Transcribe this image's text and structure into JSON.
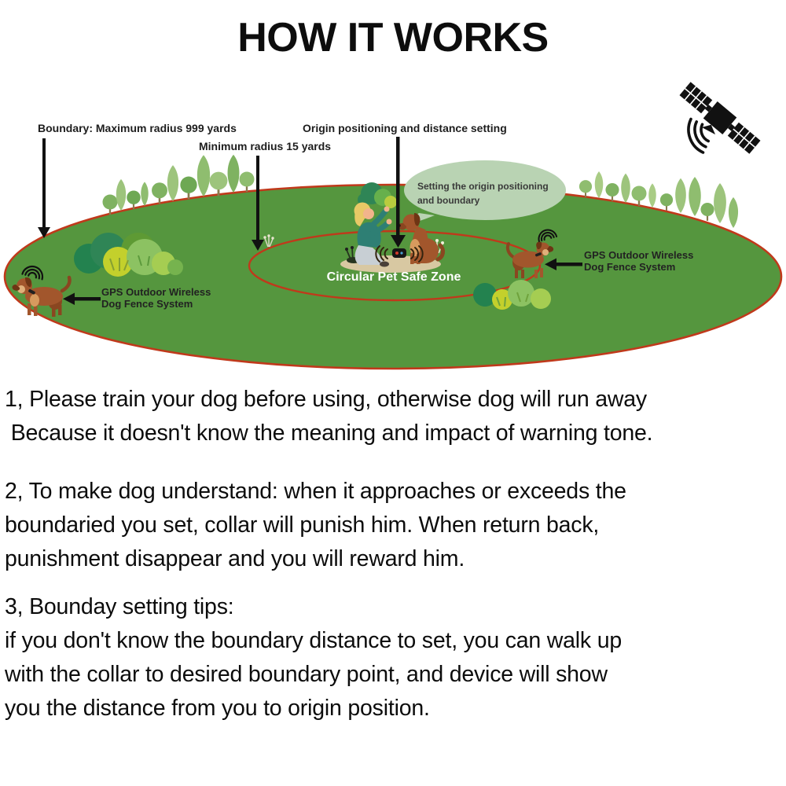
{
  "title": "HOW IT WORKS",
  "diagram": {
    "boundary_label": "Boundary: Maximum radius 999 yards",
    "min_radius_label": "Minimum radius 15 yards",
    "origin_label": "Origin positioning and distance setting",
    "bubble_text": "Setting the origin positioning\nand boundary",
    "safe_zone_label": "Circular Pet Safe Zone",
    "gps_label_left": "GPS Outdoor Wireless\nDog Fence System",
    "gps_label_right": "GPS Outdoor Wireless\nDog Fence System",
    "colors": {
      "field_green": "#55963e",
      "boundary_red": "#c0391b",
      "bubble_green": "#b9d3b3",
      "arrow_black": "#111111",
      "safe_zone_text": "#ffffff"
    }
  },
  "instructions": {
    "item1": "1, Please train your dog before using, otherwise dog will run away\n Because it doesn't know the meaning and impact of warning tone.",
    "item2": "2, To make dog understand: when it approaches or exceeds the\nboundaried you set, collar will punish him. When return back,\npunishment disappear and you will reward him.",
    "item3": "3, Bounday setting tips:\nif you don't know the boundary distance to set, you can walk up\nwith the collar to desired boundary point, and device will show\nyou the distance from you to origin position."
  }
}
